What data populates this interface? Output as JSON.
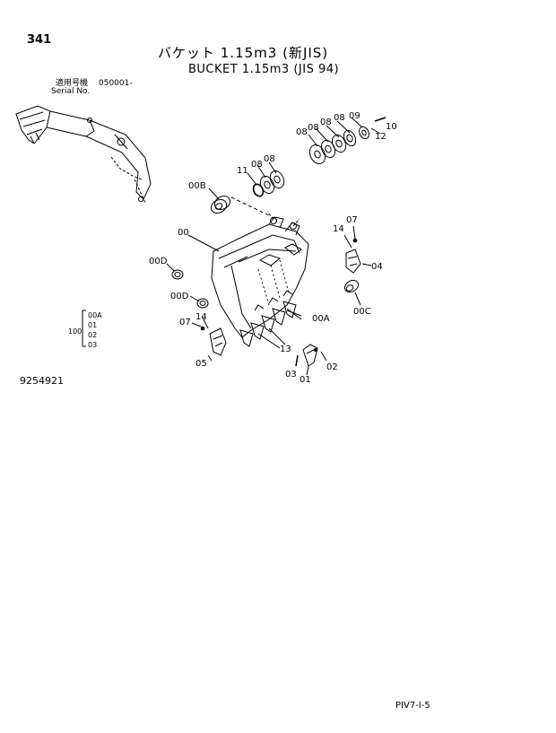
{
  "header": {
    "page_number": "341",
    "title_jp": "バケット 1.15m3 (新JIS)",
    "title_en": "BUCKET 1.15m3 (JIS 94)",
    "serial_label_jp": "適用号機",
    "serial_label_en": "Serial No.",
    "serial_value": "050001-"
  },
  "drawing_number": "9254921",
  "footer_code": "PIV7-I-5",
  "callouts": {
    "c00": "00",
    "c00A": "00A",
    "c00B": "00B",
    "c00C": "00C",
    "c00D_top": "00D",
    "c00D_low": "00D",
    "c01": "01",
    "c02": "02",
    "c03": "03",
    "c04": "04",
    "c05": "05",
    "c07_right": "07",
    "c07_left": "07",
    "c08_a": "08",
    "c08_b": "08",
    "c08_c": "08",
    "c08_d": "08",
    "c08_e": "08",
    "c08_f": "08",
    "c09": "09",
    "c10": "10",
    "c11": "11",
    "c12": "12",
    "c13": "13",
    "c14_right": "14",
    "c14_left": "14"
  },
  "set_group": {
    "total": "100",
    "items": [
      "00A",
      "01",
      "02",
      "03"
    ]
  }
}
